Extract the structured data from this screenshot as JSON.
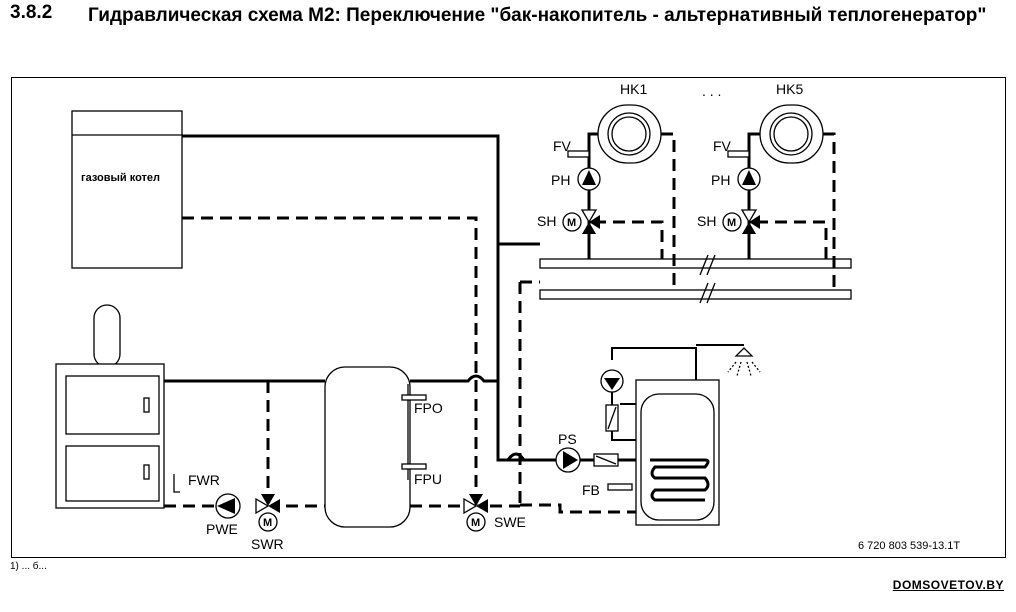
{
  "header": {
    "section_number": "3.8.2",
    "title": "Гидравлическая схема М2: Переключение \"бак-накопитель - альтернативный теплогенератор\""
  },
  "diagram": {
    "boiler_label": "газовый котел",
    "circuit_left": "HK1",
    "ellipsis": ". . .",
    "circuit_right": "HK5",
    "labels": {
      "fv": "FV",
      "ph": "PH",
      "sh": "SH",
      "m": "M",
      "fpo": "FPO",
      "fpu": "FPU",
      "fwr": "FWR",
      "pwe": "PWE",
      "swr": "SWR",
      "swe": "SWE",
      "ps": "PS",
      "fb": "FB"
    },
    "reference_code": "6 720 803 539-13.1T"
  },
  "footer": {
    "note": "1) ... б...",
    "watermark": "DOMSOVETOV.BY"
  }
}
